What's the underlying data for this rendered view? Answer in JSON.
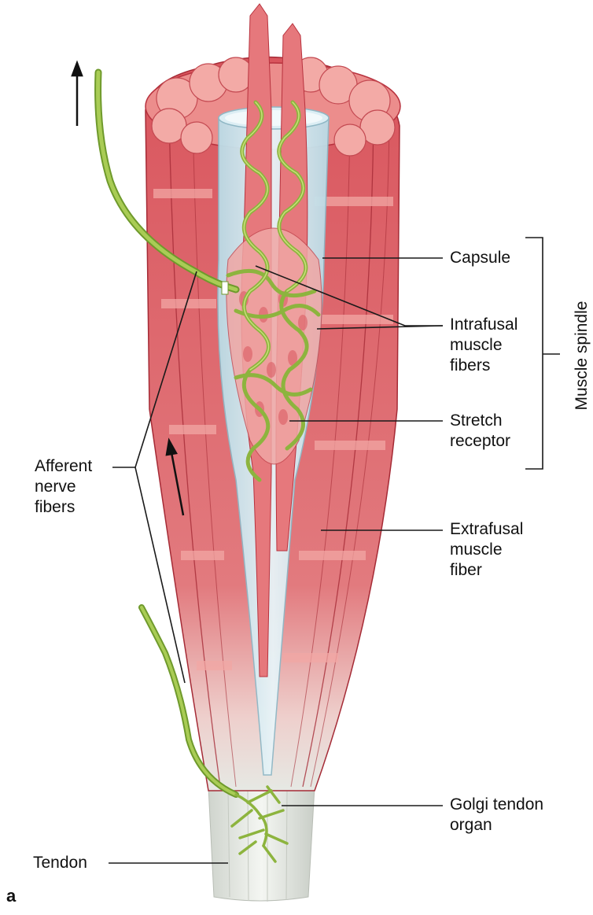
{
  "labels": {
    "capsule": "Capsule",
    "intrafusal": "Intrafusal\nmuscle\nfibers",
    "stretch": "Stretch\nreceptor",
    "muscle_spindle": "Muscle spindle",
    "extrafusal": "Extrafusal\nmuscle\nfiber",
    "golgi": "Golgi tendon\norgan",
    "afferent": "Afferent\nnerve\nfibers",
    "tendon": "Tendon",
    "panel": "a"
  },
  "colors": {
    "muscle": "#d9555d",
    "muscle_light": "#f2a7a4",
    "muscle_dark": "#b8323e",
    "capsule": "#cfe6ee",
    "nerve": "#9cc24a",
    "nerve_dark": "#6f9a2c",
    "tendon": "#e6e9e4",
    "line": "#1a1a1a"
  }
}
